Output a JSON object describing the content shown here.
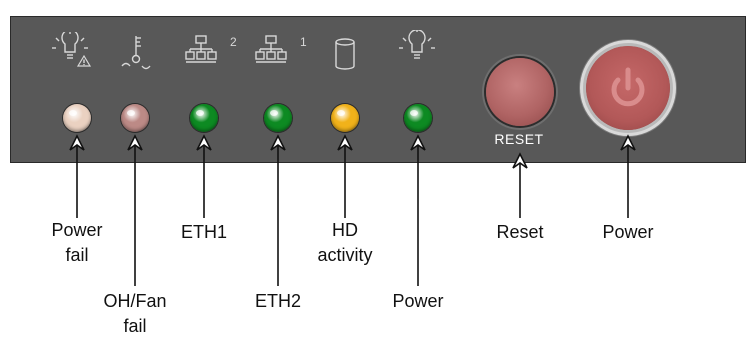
{
  "panel": {
    "reset_button_text": "RESET",
    "status_icons": [
      {
        "icon": "warning-lamp-icon"
      },
      {
        "icon": "temperature-fan-icon"
      },
      {
        "icon": "network-icon",
        "number": "2"
      },
      {
        "icon": "network-icon",
        "number": "1"
      },
      {
        "icon": "disk-icon"
      },
      {
        "icon": "lamp-icon"
      }
    ],
    "leds": [
      {
        "label": "Power fail",
        "color": "#ead1c1"
      },
      {
        "label": "OH/Fan fail",
        "color": "#bc8a86"
      },
      {
        "label": "ETH1",
        "color": "#0d8a22"
      },
      {
        "label": "ETH2",
        "color": "#0d8a22"
      },
      {
        "label": "HD activity",
        "color": "#f1b21a"
      },
      {
        "label": "Power",
        "color": "#0d8a22"
      }
    ]
  },
  "callouts": {
    "power_fail": "Power\nfail",
    "oh_fan_fail": "OH/Fan\nfail",
    "eth1": "ETH1",
    "eth2": "ETH2",
    "hd_activity": "HD\nactivity",
    "power_led": "Power",
    "reset": "Reset",
    "power_button": "Power"
  },
  "colors": {
    "panel": "#585858",
    "icon_stroke": "#d8d8d8",
    "arrow": "#111111",
    "button_red": "#b85a5a"
  }
}
